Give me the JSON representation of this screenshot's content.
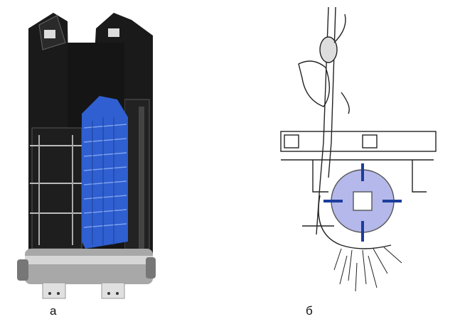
{
  "panels": [
    {
      "label": "а",
      "subject": "machine-photo"
    },
    {
      "label": "б",
      "subject": "schematic"
    }
  ],
  "colors": {
    "auger_blue": "#2f5fd0",
    "rotor_fill": "#b4b8ea",
    "blade_blue": "#1c3d9c",
    "frame_black": "#1a1a1a"
  }
}
